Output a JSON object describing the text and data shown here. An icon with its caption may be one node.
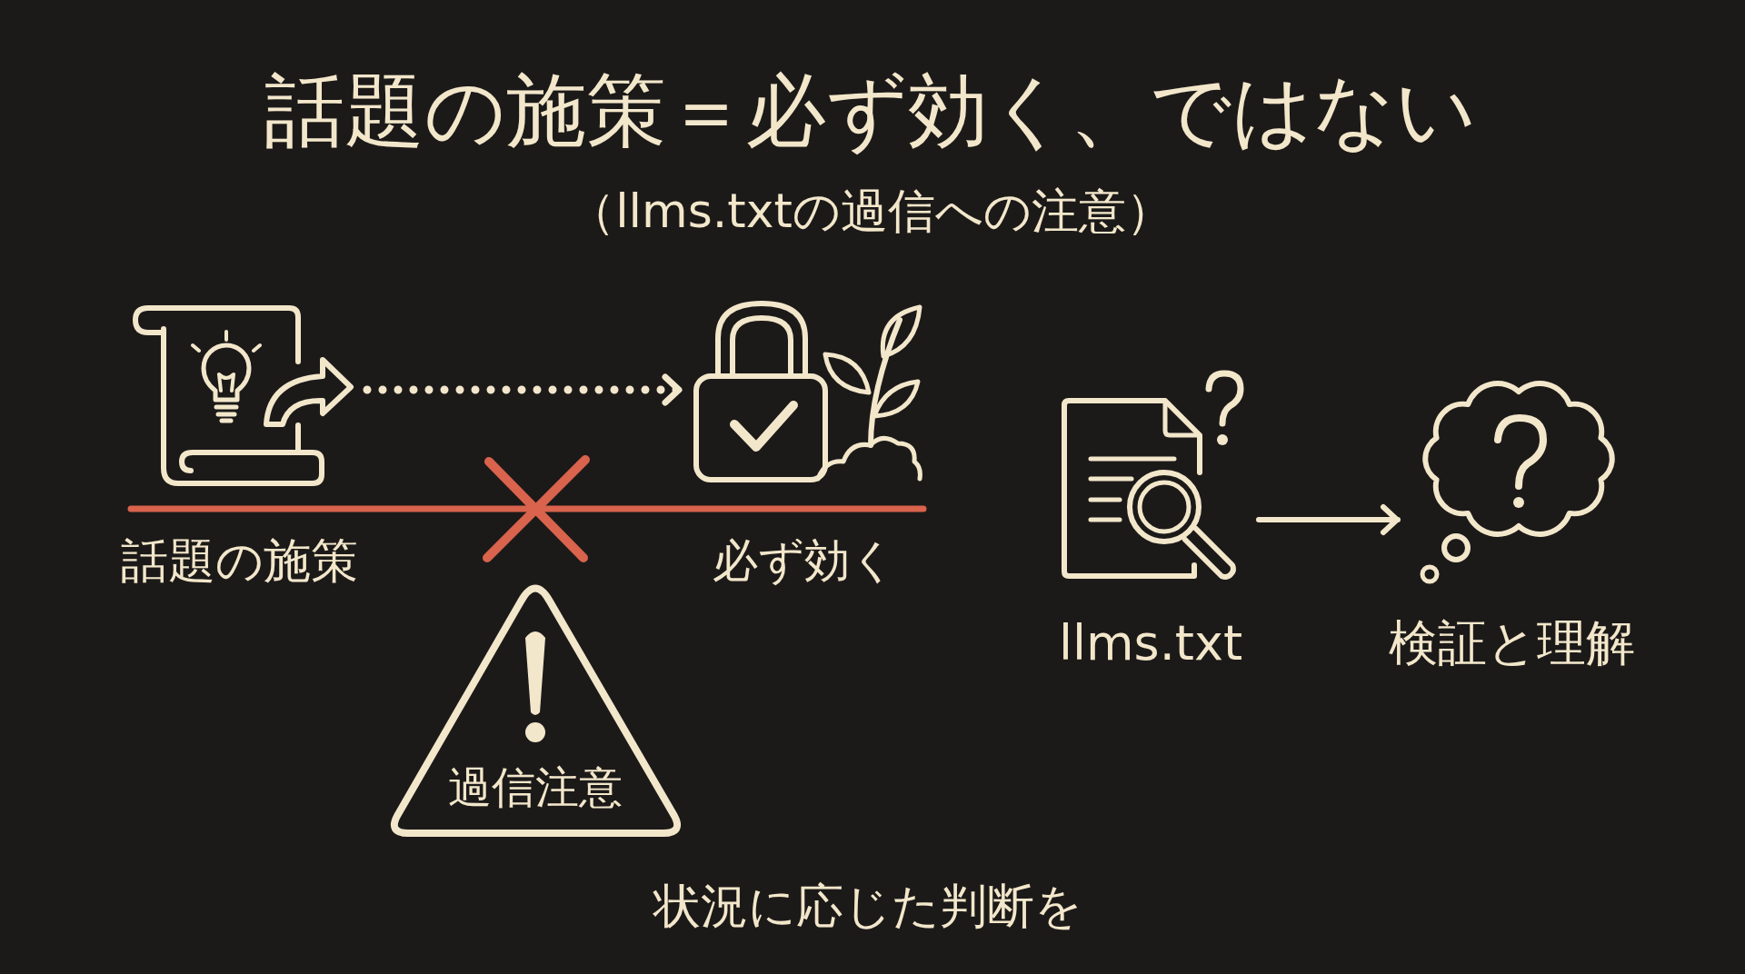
{
  "diagram": {
    "title": "話題の施策＝必ず効く、ではない",
    "nodes": [
      {
        "text": [],
        "shape": "picture",
        "beside": [
          "話題の施策"
        ]
      },
      {
        "text": [],
        "shape": "picture",
        "beside": [
          "必ず効く"
        ]
      },
      {
        "text": [
          "過信注意"
        ]
      },
      {
        "text": [],
        "shape": "picture",
        "beside": [
          "llms.txt"
        ]
      },
      {
        "text": [],
        "shape": "cloud",
        "beside": [
          "検証と理解"
        ]
      }
    ],
    "edges": [
      {
        "from": 0,
        "to": 1,
        "arrow": "to",
        "style": "dashed"
      },
      {
        "from": 3,
        "to": 4,
        "arrow": "to"
      }
    ],
    "labels": [
      "（llms.txtの過信への注意）",
      "状況に応じた判断を"
    ]
  }
}
